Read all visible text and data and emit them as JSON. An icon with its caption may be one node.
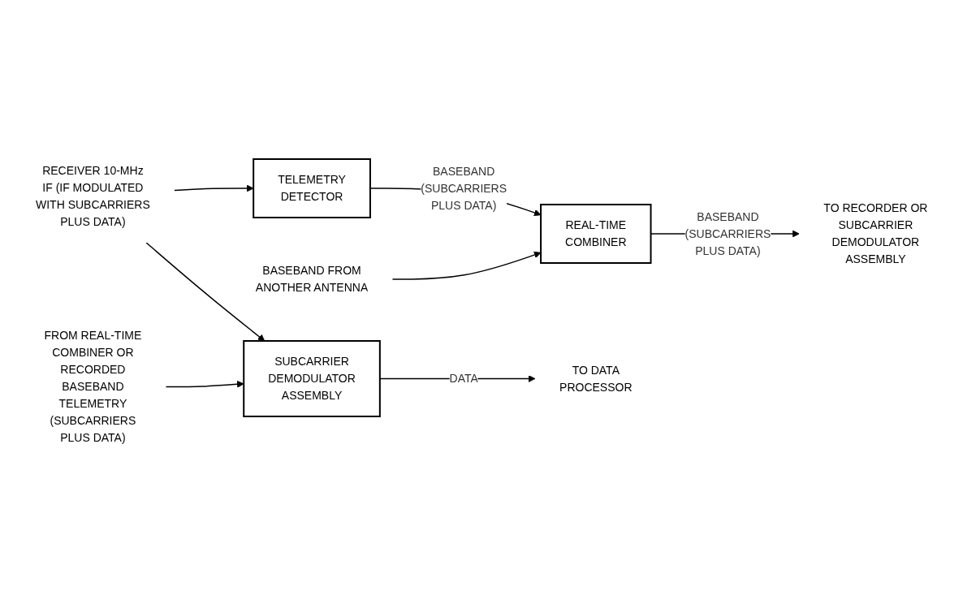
{
  "diagram": {
    "nodes": [
      {
        "text": [
          "RECEIVER 10-MHz IF (IF MODULATED WITH SUBCARRIERS PLUS DATA)"
        ]
      },
      {
        "text": [
          "TELEMETRY DETECTOR"
        ]
      },
      {
        "text": [
          "REAL-TIME COMBINER"
        ]
      },
      {
        "text": [
          "TO RECORDER OR SUBCARRIER DEMODULATOR ASSEMBLY"
        ]
      },
      {
        "text": [
          "BASEBAND FROM ANOTHER ANTENNA"
        ]
      },
      {
        "text": [
          "SUBCARRIER DEMODULATOR ASSEMBLY"
        ]
      },
      {
        "text": [
          "TO DATA PROCESSOR"
        ]
      },
      {
        "text": [
          "FROM REAL-TIME COMBINER OR RECORDED BASEBAND TELEMETRY (SUBCARRIERS PLUS DATA)"
        ]
      }
    ],
    "edges": [
      {
        "from": 0,
        "to": 1,
        "arrow": "to"
      },
      {
        "from": 1,
        "to": 2,
        "label": "BASEBAND (SUBCARRIERS PLUS DATA)",
        "arrow": "to"
      },
      {
        "from": 2,
        "to": 3,
        "label": "BASEBAND (SUBCARRIERS PLUS DATA)",
        "arrow": "to"
      },
      {
        "from": 4,
        "to": 2,
        "arrow": "to"
      },
      {
        "from": 0,
        "to": 5,
        "arrow": "to"
      },
      {
        "from": 5,
        "to": 6,
        "label": "DATA",
        "arrow": "to"
      },
      {
        "from": 7,
        "to": 5,
        "arrow": "to"
      }
    ]
  }
}
